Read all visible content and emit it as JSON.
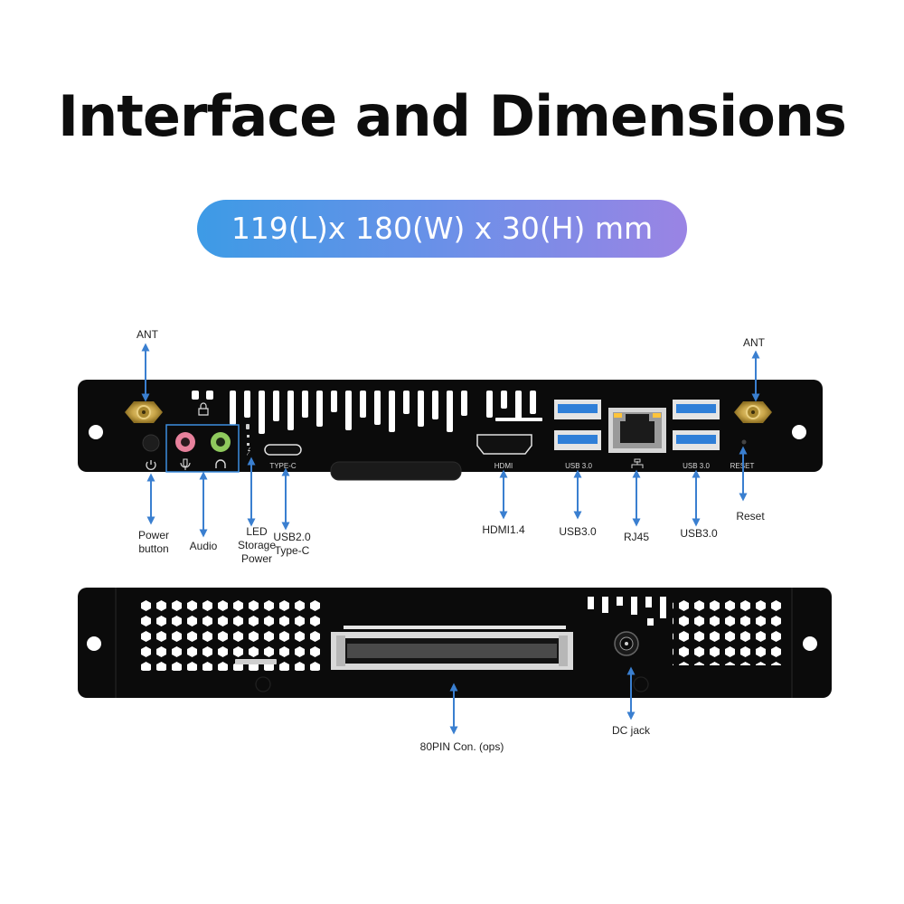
{
  "title": "Interface and Dimensions",
  "dimensions": "119(L)x 180(W) x 30(H) mm",
  "labels": {
    "ant_left": "ANT",
    "ant_right": "ANT",
    "power_button": [
      "Power",
      "button"
    ],
    "audio": "Audio",
    "led": [
      "LED",
      "Storage",
      "Power"
    ],
    "usb2_typec": [
      "USB2.0",
      "Type-C"
    ],
    "hdmi": "HDMI1.4",
    "usb3_left": "USB3.0",
    "rj45": "RJ45",
    "usb3_right": "USB3.0",
    "reset": "Reset",
    "pin80": "80PIN Con. (ops)",
    "dc_jack": "DC jack"
  },
  "panel_labels": {
    "typec": "TYPE-C",
    "hdmi": "HDMI",
    "usb3_left": "USB 3.0",
    "usb3_right": "USB 3.0",
    "reset": "RESET"
  },
  "colors": {
    "arrow": "#3a7fd0",
    "panel": "#0b0b0b",
    "usb_blue": "#2f7fd8",
    "mic_pink": "#e7819c",
    "headphone_green": "#8fca5d",
    "audio_box": "#3d8ee0"
  },
  "icons": [
    "power-icon",
    "mic-icon",
    "headphone-icon",
    "lock-icon",
    "network-icon"
  ]
}
